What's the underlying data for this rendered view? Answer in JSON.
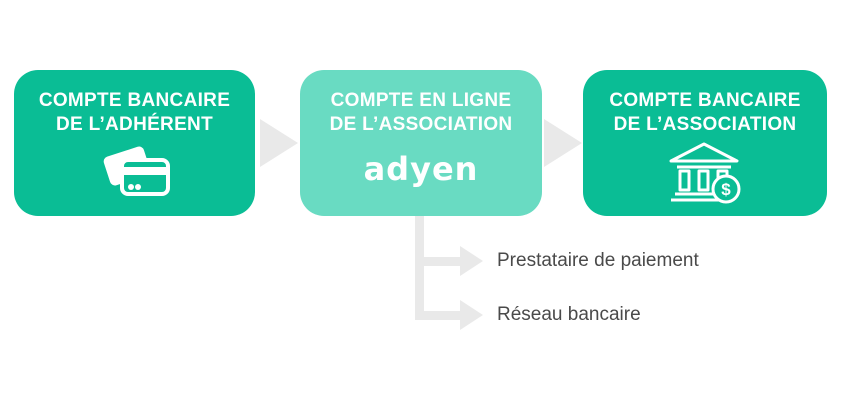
{
  "colors": {
    "box_primary": "#0abd95",
    "box_secondary": "#69dbc2",
    "connector_gray": "#e9e9e9",
    "label_text": "#4a4a4a",
    "box_text": "#ffffff"
  },
  "boxes": {
    "member_bank": {
      "line1": "COMPTE BANCAIRE",
      "line2": "DE L’ADHÉRENT",
      "icon": "credit-card-icon"
    },
    "online_account": {
      "line1": "COMPTE EN LIGNE",
      "line2": "DE L’ASSOCIATION",
      "logo": "adyen"
    },
    "association_bank": {
      "line1": "COMPTE BANCAIRE",
      "line2": "DE L’ASSOCIATION",
      "icon": "bank-icon"
    }
  },
  "branch_labels": {
    "payment_provider": "Prestataire de paiement",
    "bank_network": "Réseau bancaire"
  },
  "icons": {
    "coin_symbol": "$"
  }
}
